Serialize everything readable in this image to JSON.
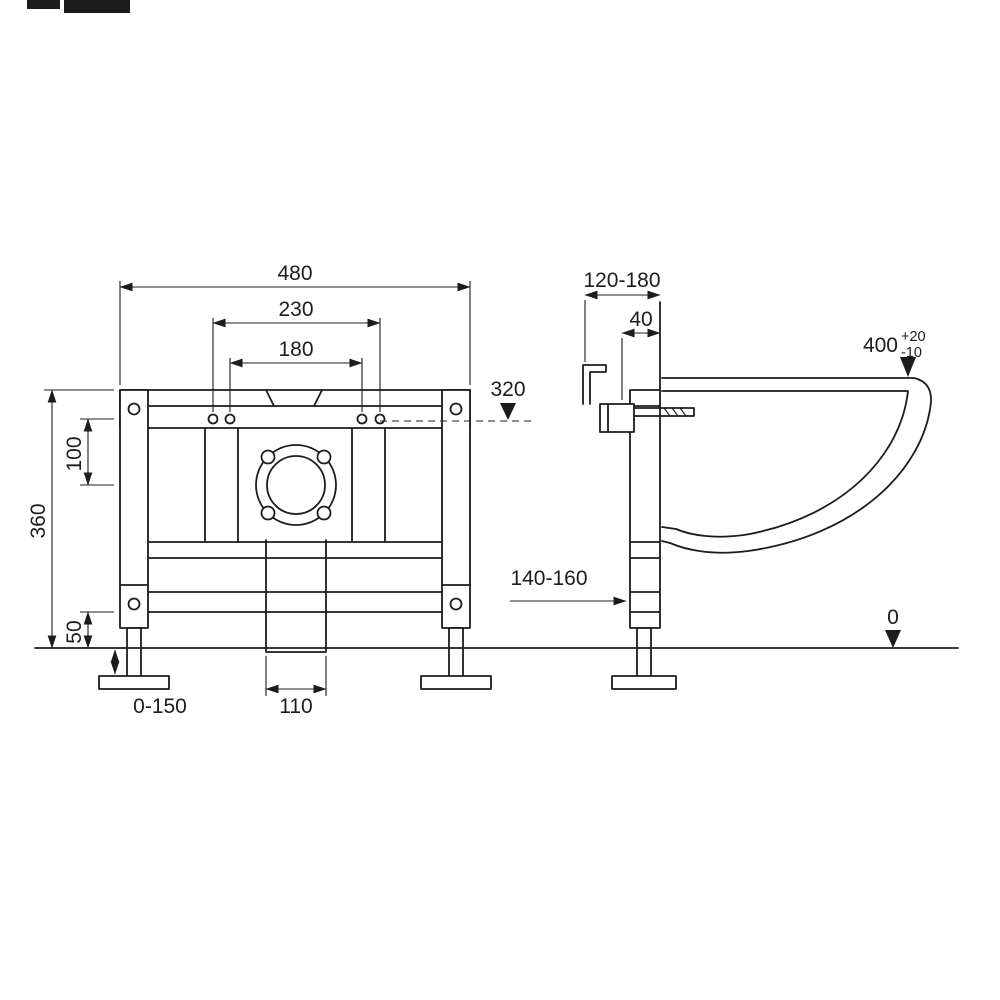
{
  "colors": {
    "ink": "#1c1c1c",
    "background": "#ffffff"
  },
  "front_view": {
    "overall_width": "480",
    "outer_hole_spacing": "230",
    "inner_hole_spacing": "180",
    "hole_height": "320",
    "drain_center_offset": "100",
    "frame_height": "360",
    "bottom_rail_height": "50",
    "drain_pipe_width": "110",
    "foot_adjustment": "0-150"
  },
  "side_view": {
    "frame_depth": "120-180",
    "pipe_offset": "40",
    "seat_height": "400",
    "seat_height_tol_upper": "+20",
    "seat_height_tol_lower": "-10",
    "outlet_distance": "140-160",
    "floor_level": "0"
  }
}
